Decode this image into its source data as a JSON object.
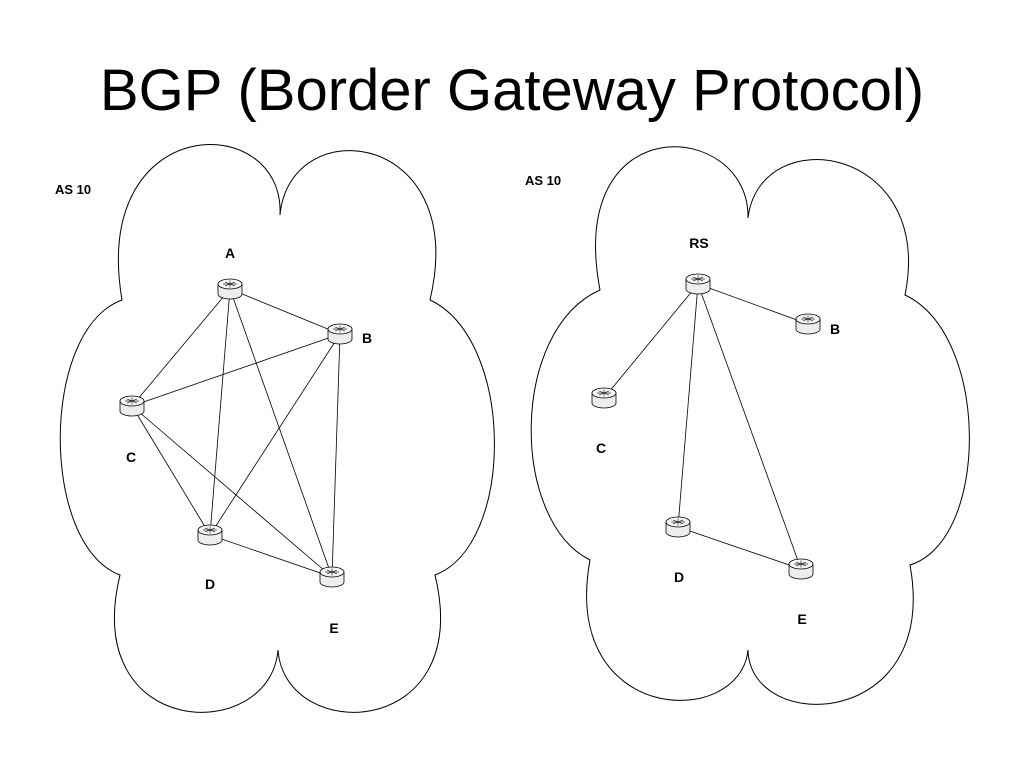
{
  "title": "BGP (Border Gateway Protocol)",
  "colors": {
    "text": "#000000",
    "stroke": "#000000",
    "router_fill": "#eeeeee"
  },
  "diagrams": [
    {
      "as_label": "AS 10",
      "topology": "full-mesh",
      "routers": [
        {
          "id": "A",
          "label": "A"
        },
        {
          "id": "B",
          "label": "B"
        },
        {
          "id": "C",
          "label": "C"
        },
        {
          "id": "D",
          "label": "D"
        },
        {
          "id": "E",
          "label": "E"
        }
      ],
      "links": [
        [
          "A",
          "B"
        ],
        [
          "A",
          "C"
        ],
        [
          "A",
          "D"
        ],
        [
          "A",
          "E"
        ],
        [
          "B",
          "C"
        ],
        [
          "B",
          "D"
        ],
        [
          "B",
          "E"
        ],
        [
          "C",
          "D"
        ],
        [
          "C",
          "E"
        ],
        [
          "D",
          "E"
        ]
      ]
    },
    {
      "as_label": "AS 10",
      "topology": "route-reflector",
      "routers": [
        {
          "id": "RS",
          "label": "RS"
        },
        {
          "id": "B",
          "label": "B"
        },
        {
          "id": "C",
          "label": "C"
        },
        {
          "id": "D",
          "label": "D"
        },
        {
          "id": "E",
          "label": "E"
        }
      ],
      "links": [
        [
          "RS",
          "B"
        ],
        [
          "RS",
          "C"
        ],
        [
          "RS",
          "D"
        ],
        [
          "RS",
          "E"
        ],
        [
          "D",
          "E"
        ]
      ]
    }
  ]
}
